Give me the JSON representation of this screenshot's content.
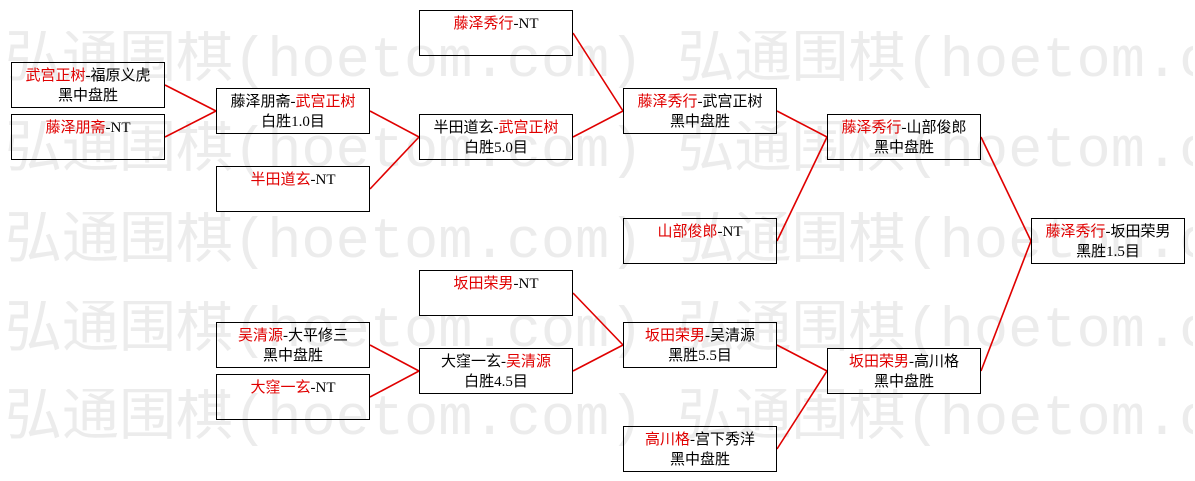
{
  "watermark": "弘通围棋(hoetom.com)",
  "separator": "-",
  "colors": {
    "winner": "#e00000",
    "text": "#000000",
    "line": "#e00000",
    "border": "#000000",
    "watermark": "#ececec",
    "background": "#ffffff"
  },
  "columns": [
    [
      {
        "players": [
          "武宫正树",
          "福原义虎"
        ],
        "winner": 0,
        "result": "黑中盘胜"
      },
      {
        "players": [
          "藤泽朋斋",
          "NT"
        ],
        "winner": 0,
        "result": ""
      }
    ],
    [
      {
        "players": [
          "藤泽朋斋",
          "武宫正树"
        ],
        "winner": 1,
        "result": "白胜1.0目"
      },
      {
        "players": [
          "半田道玄",
          "NT"
        ],
        "winner": 0,
        "result": ""
      },
      {
        "players": [
          "吴清源",
          "大平修三"
        ],
        "winner": 0,
        "result": "黑中盘胜"
      },
      {
        "players": [
          "大窪一玄",
          "NT"
        ],
        "winner": 0,
        "result": ""
      }
    ],
    [
      {
        "players": [
          "藤泽秀行",
          "NT"
        ],
        "winner": 0,
        "result": ""
      },
      {
        "players": [
          "半田道玄",
          "武宫正树"
        ],
        "winner": 1,
        "result": "白胜5.0目"
      },
      {
        "players": [
          "坂田荣男",
          "NT"
        ],
        "winner": 0,
        "result": ""
      },
      {
        "players": [
          "大窪一玄",
          "吴清源"
        ],
        "winner": 1,
        "result": "白胜4.5目"
      }
    ],
    [
      {
        "players": [
          "藤泽秀行",
          "武宫正树"
        ],
        "winner": 0,
        "result": "黑中盘胜"
      },
      {
        "players": [
          "山部俊郎",
          "NT"
        ],
        "winner": 0,
        "result": ""
      },
      {
        "players": [
          "坂田荣男",
          "吴清源"
        ],
        "winner": 0,
        "result": "黑胜5.5目"
      },
      {
        "players": [
          "高川格",
          "宫下秀洋"
        ],
        "winner": 0,
        "result": "黑中盘胜"
      }
    ],
    [
      {
        "players": [
          "藤泽秀行",
          "山部俊郎"
        ],
        "winner": 0,
        "result": "黑中盘胜"
      },
      {
        "players": [
          "坂田荣男",
          "高川格"
        ],
        "winner": 0,
        "result": "黑中盘胜"
      }
    ],
    [
      {
        "players": [
          "藤泽秀行",
          "坂田荣男"
        ],
        "winner": 0,
        "result": "黑胜1.5目"
      }
    ]
  ]
}
